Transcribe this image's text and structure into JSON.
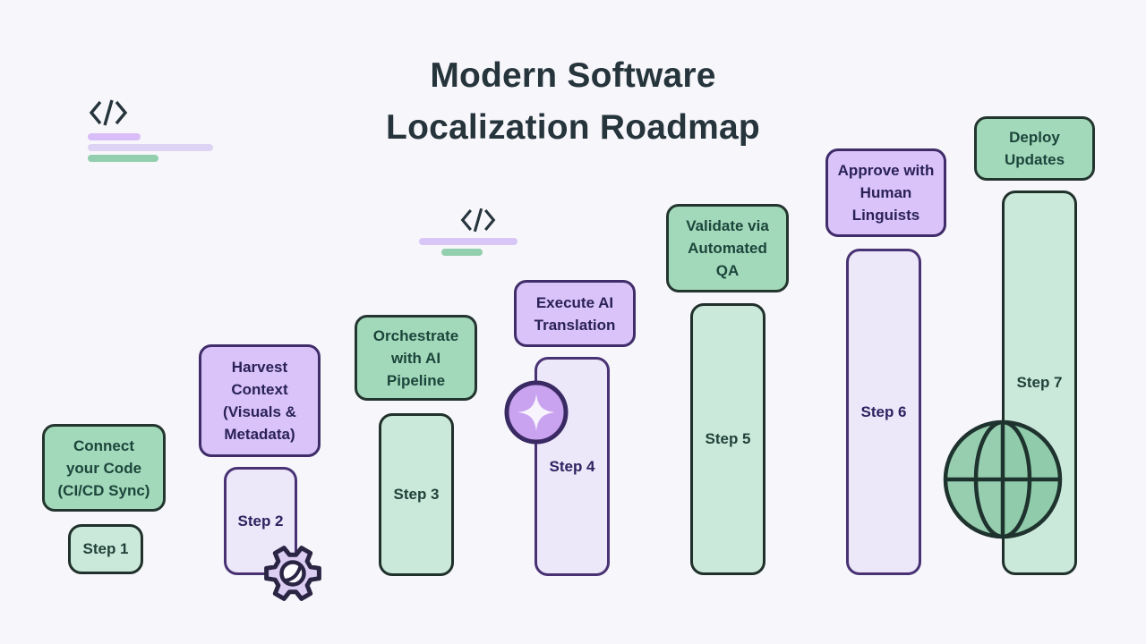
{
  "title": {
    "line1": "Modern Software",
    "line2": "Localization Roadmap"
  },
  "steps": [
    {
      "name": "Step 1",
      "label": "Connect\nyour Code\n(CI/CD Sync)",
      "theme": "green",
      "icon": null
    },
    {
      "name": "Step 2",
      "label": "Harvest\nContext\n(Visuals &\nMetadata)",
      "theme": "purple",
      "icon": "gear"
    },
    {
      "name": "Step 3",
      "label": "Orchestrate\nwith AI\nPipeline",
      "theme": "green",
      "icon": null
    },
    {
      "name": "Step 4",
      "label": "Execute AI\nTranslation",
      "theme": "purple",
      "icon": "sparkle"
    },
    {
      "name": "Step 5",
      "label": "Validate via\nAutomated\nQA",
      "theme": "green",
      "icon": null
    },
    {
      "name": "Step 6",
      "label": "Approve with\nHuman\nLinguists",
      "theme": "purple",
      "icon": null
    },
    {
      "name": "Step 7",
      "label": "Deploy\nUpdates",
      "theme": "green",
      "icon": "globe"
    }
  ],
  "icons": [
    "code-brackets",
    "code-brackets",
    "gear",
    "sparkle",
    "globe"
  ],
  "colors": {
    "background": "#f7f7fb",
    "title_ink": "#26343c",
    "green_box_fill": "#a3d9bb",
    "green_box_border": "#24352f",
    "green_bar_fill": "#cbe9da",
    "purple_box_fill": "#d9c3f8",
    "purple_box_border": "#3f2c69",
    "purple_bar_fill": "#ece7f9",
    "deco_purple": "#d9bdf8",
    "deco_lavender": "#ddd3f5",
    "deco_green": "#93cfae",
    "sparkle_circle": "#c9a2f0",
    "gear_fill": "#dccdf3",
    "globe_fill": "#9bd2b1"
  }
}
